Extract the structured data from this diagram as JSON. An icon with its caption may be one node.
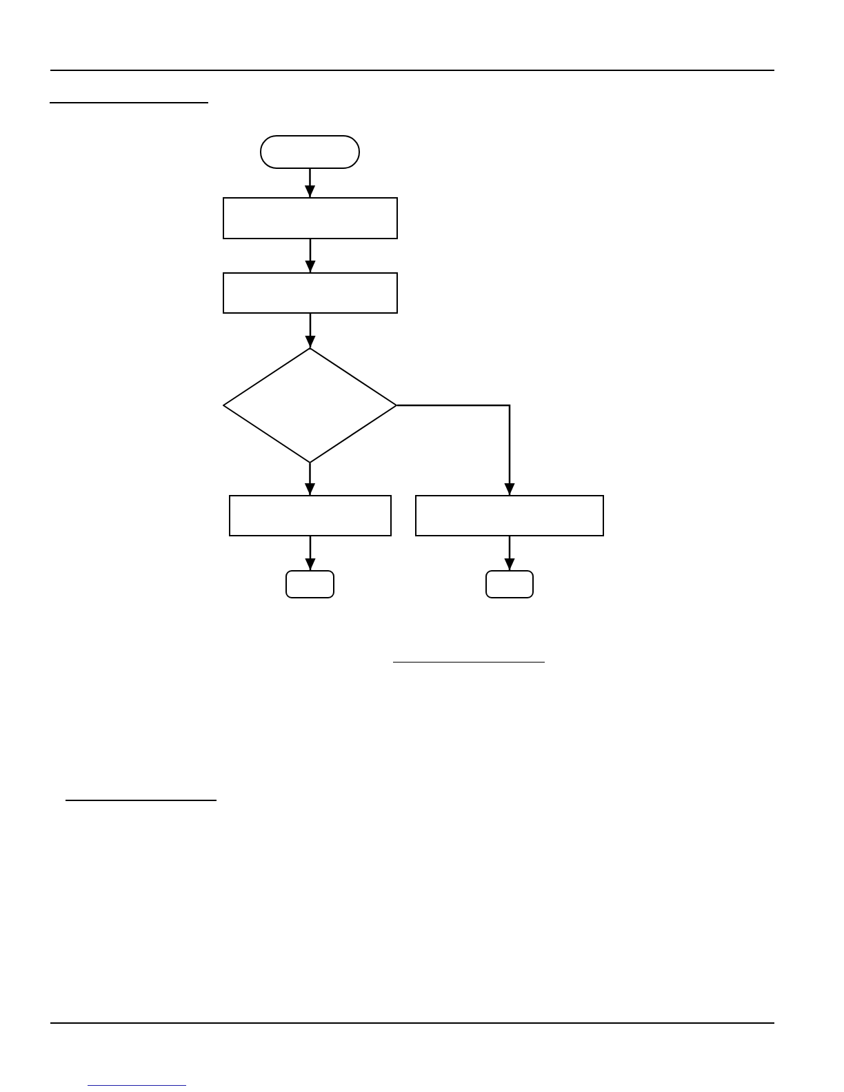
{
  "diagram": {
    "nodes": [
      {
        "text": [],
        "shape": "terminator"
      },
      {
        "text": [],
        "shape": "box"
      },
      {
        "text": [],
        "shape": "box"
      },
      {
        "text": [],
        "shape": "diamond"
      },
      {
        "text": [],
        "shape": "box"
      },
      {
        "text": [],
        "shape": "box"
      },
      {
        "text": [],
        "shape": "terminator"
      },
      {
        "text": [],
        "shape": "terminator"
      }
    ],
    "edges": [
      {
        "from": 0,
        "to": 1,
        "arrow": "to"
      },
      {
        "from": 1,
        "to": 2,
        "arrow": "to"
      },
      {
        "from": 2,
        "to": 3,
        "arrow": "to"
      },
      {
        "from": 3,
        "to": 4,
        "arrow": "to"
      },
      {
        "from": 3,
        "to": 5,
        "arrow": "to"
      },
      {
        "from": 4,
        "to": 6,
        "arrow": "to"
      },
      {
        "from": 5,
        "to": 7,
        "arrow": "to"
      }
    ]
  }
}
